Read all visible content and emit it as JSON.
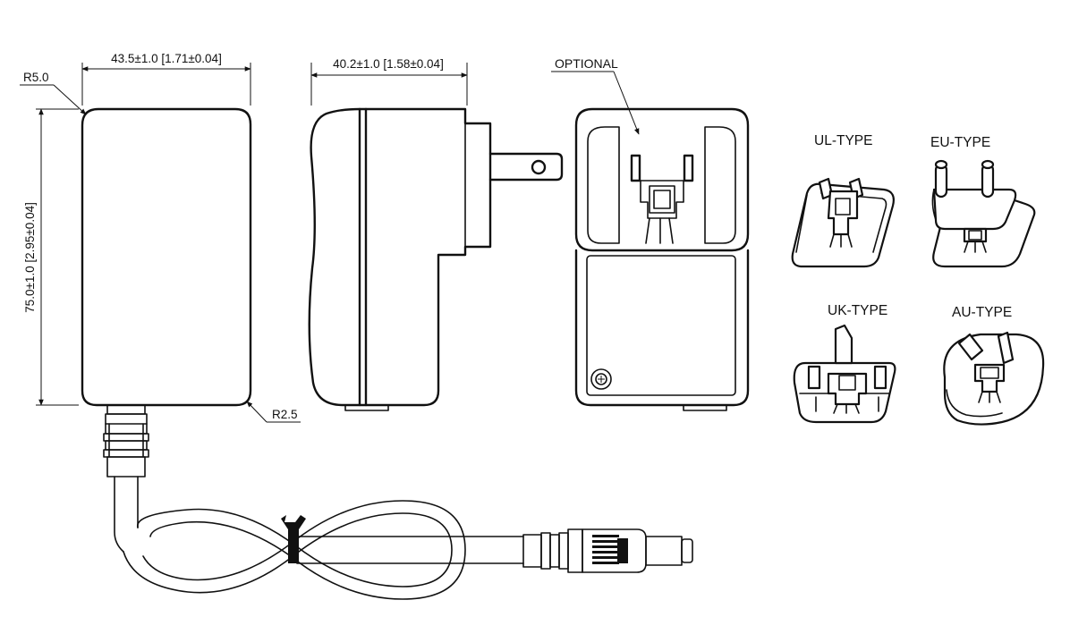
{
  "dimensions": {
    "front_width": "43.5±1.0 [1.71±0.04]",
    "side_depth": "40.2±1.0 [1.58±0.04]",
    "height": "75.0±1.0 [2.95±0.04]",
    "corner_radius_top": "R5.0",
    "corner_radius_bottom": "R2.5"
  },
  "labels": {
    "optional": "OPTIONAL"
  },
  "plug_types": [
    {
      "label": "UL-TYPE"
    },
    {
      "label": "EU-TYPE"
    },
    {
      "label": "UK-TYPE"
    },
    {
      "label": "AU-TYPE"
    }
  ]
}
